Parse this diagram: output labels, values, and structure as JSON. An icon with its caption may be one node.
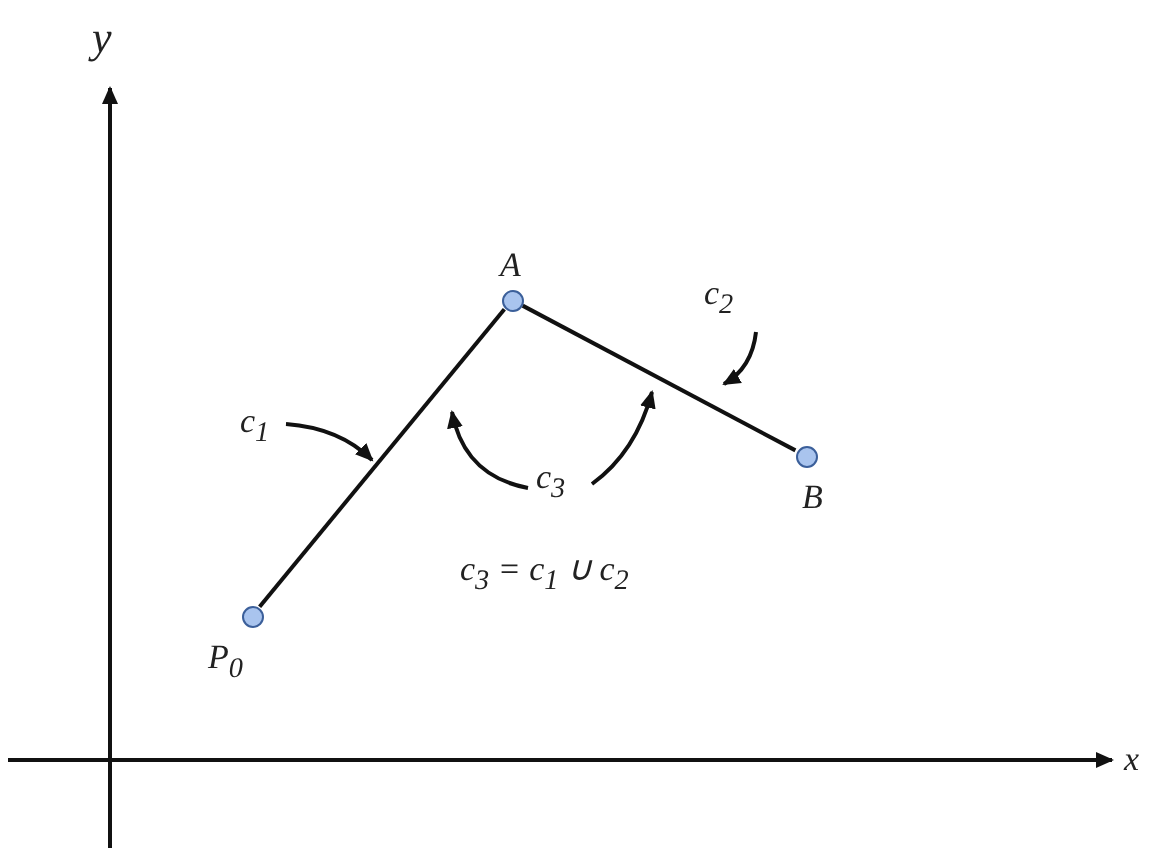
{
  "diagram": {
    "nodes": [
      {
        "text": [],
        "shape": "circle",
        "beside": [
          "P$_{0}$"
        ]
      },
      {
        "text": [],
        "shape": "circle",
        "beside": [
          "A"
        ]
      },
      {
        "text": [],
        "shape": "circle",
        "beside": [
          "B"
        ]
      },
      {
        "text": [
          "c$_{1}$"
        ]
      },
      {
        "text": [
          "c$_{2}$"
        ]
      },
      {
        "text": [
          "c$_{3}$"
        ]
      }
    ],
    "edges": [
      {
        "from": 0,
        "to": 1,
        "arrow": "none"
      },
      {
        "from": 1,
        "to": 2,
        "arrow": "none"
      },
      {
        "from": 3,
        "to": null,
        "arrow": "to"
      },
      {
        "from": 4,
        "to": null,
        "arrow": "to"
      },
      {
        "from": 5,
        "to": null,
        "arrow": "to"
      },
      {
        "from": 5,
        "to": null,
        "arrow": "to"
      }
    ],
    "labels": [
      "y",
      "x",
      "c$_{3}$ = c$_{1}$ ∪ c$_{2}$"
    ]
  }
}
